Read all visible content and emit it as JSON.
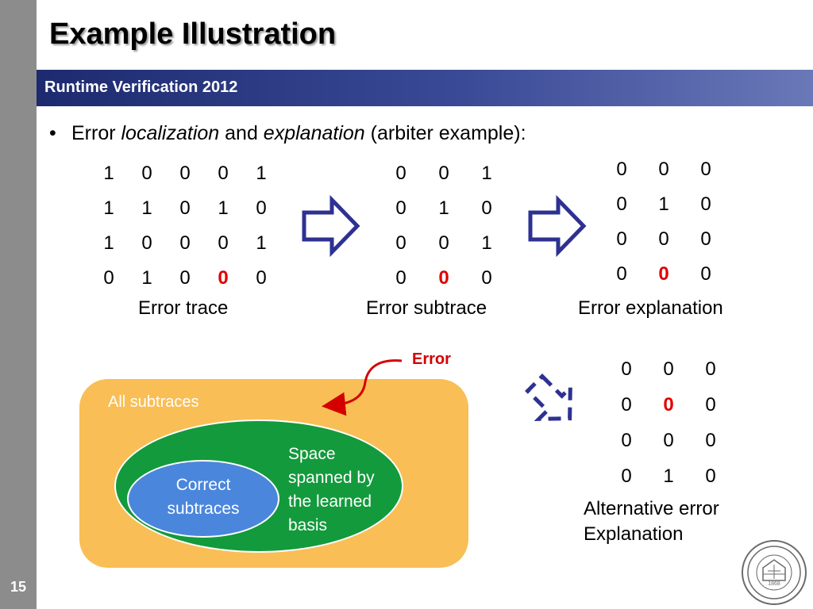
{
  "slide": {
    "title": "Example Illustration",
    "subtitle_band": "Runtime Verification 2012",
    "page_number": "15"
  },
  "bullet": {
    "symbol": "•",
    "parts": [
      "Error ",
      "localization",
      " and ",
      "explanation",
      " (arbiter example):"
    ]
  },
  "matrices": {
    "error_trace": {
      "caption": "Error trace",
      "rows": [
        [
          "1",
          "0",
          "0",
          "0",
          "1"
        ],
        [
          "1",
          "1",
          "0",
          "1",
          "0"
        ],
        [
          "1",
          "0",
          "0",
          "0",
          "1"
        ],
        [
          "0",
          "1",
          "0",
          "0",
          "0"
        ]
      ],
      "highlight": [
        3,
        3
      ]
    },
    "error_subtrace": {
      "caption": "Error subtrace",
      "rows": [
        [
          "0",
          "0",
          "1"
        ],
        [
          "0",
          "1",
          "0"
        ],
        [
          "0",
          "0",
          "1"
        ],
        [
          "0",
          "0",
          "0"
        ]
      ],
      "highlight": [
        3,
        1
      ]
    },
    "error_explanation": {
      "caption": "Error explanation",
      "rows": [
        [
          "0",
          "0",
          "0"
        ],
        [
          "0",
          "1",
          "0"
        ],
        [
          "0",
          "0",
          "0"
        ],
        [
          "0",
          "0",
          "0"
        ]
      ],
      "highlight": [
        3,
        1
      ]
    },
    "alt_explanation": {
      "caption_line1": "Alternative error",
      "caption_line2": "Explanation",
      "rows": [
        [
          "0",
          "0",
          "0"
        ],
        [
          "0",
          "0",
          "0"
        ],
        [
          "0",
          "0",
          "0"
        ],
        [
          "0",
          "1",
          "0"
        ]
      ],
      "highlight": [
        1,
        1
      ]
    }
  },
  "diagram": {
    "error_label": "Error",
    "all_subtraces": "All subtraces",
    "correct_line1": "Correct",
    "correct_line2": "subtraces",
    "space_lines": [
      "Space",
      "spanned by",
      "the learned",
      "basis"
    ]
  },
  "colors": {
    "accent_red": "#e00000",
    "arrow_blue": "#2e3192",
    "box_orange": "#f9be55",
    "ellipse_green": "#139a3c",
    "ellipse_blue": "#4a86dc",
    "band_navy": "#1d2a6f"
  },
  "logo": {
    "text": "THE UNIVERSITY OF CALIFORNIA 1868",
    "icon": "university-seal-icon"
  }
}
